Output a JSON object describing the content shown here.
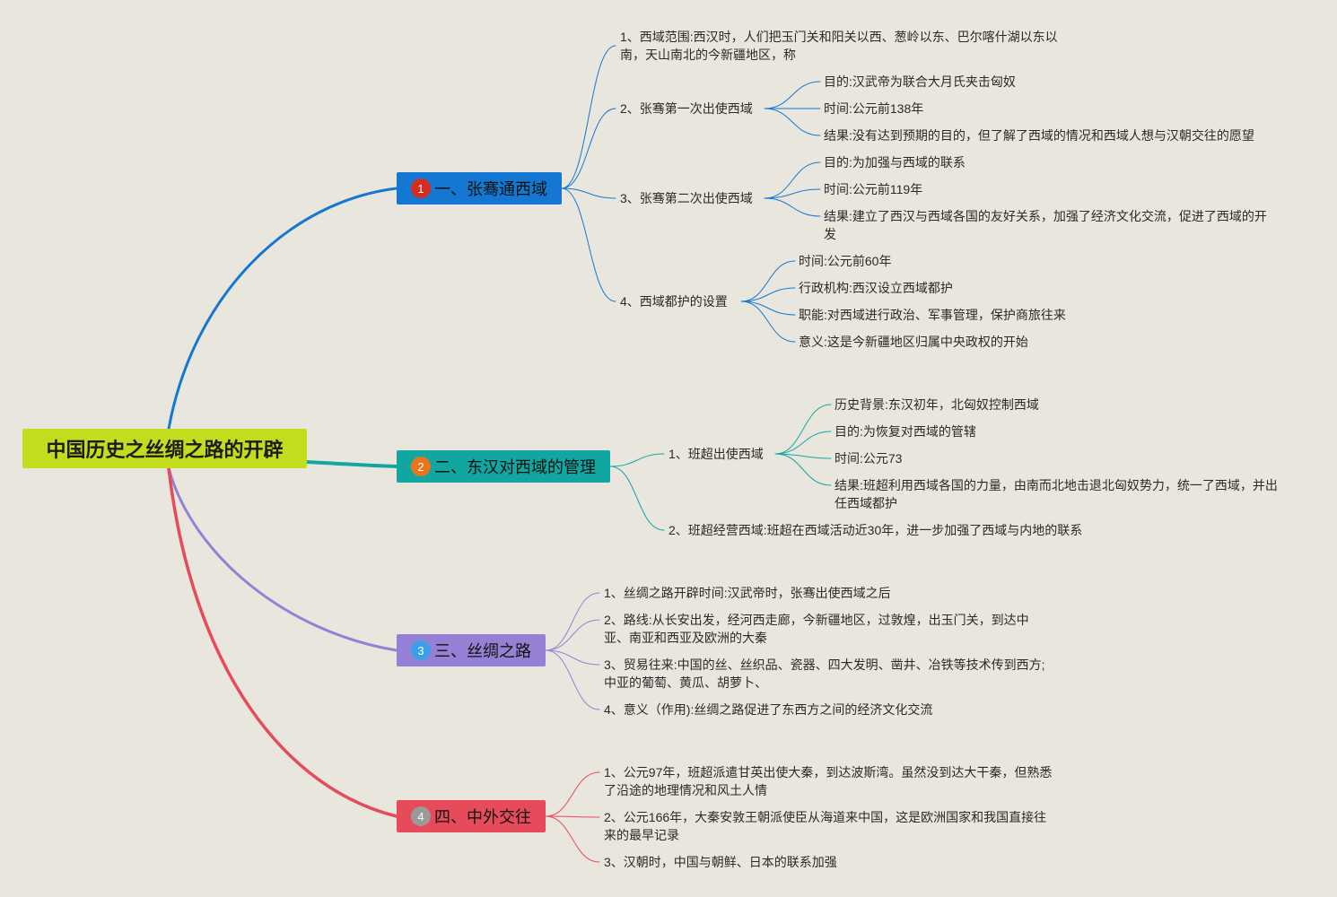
{
  "title": "中国历史之丝绸之路的开辟",
  "colors": {
    "background": "#e9e6de",
    "root": "#c4dc1e",
    "branch1": "#1478d2",
    "branch2": "#12a6a0",
    "branch3": "#9580d6",
    "branch4": "#e64b5c",
    "badge1": "#d62d1f",
    "badge2": "#e8741c",
    "badge3": "#3aa0e6",
    "badge4": "#9a9a9a"
  },
  "branches": [
    {
      "badge": "1",
      "label": "一、张骞通西域",
      "children": [
        {
          "text": "1、西域范围:西汉时，人们把玉门关和阳关以西、葱岭以东、巴尔喀什湖以东以南，天山南北的今新疆地区，称"
        },
        {
          "text": "2、张骞第一次出使西域",
          "children": [
            "目的:汉武帝为联合大月氏夹击匈奴",
            "时间:公元前138年",
            "结果:没有达到预期的目的，但了解了西域的情况和西域人想与汉朝交往的愿望"
          ]
        },
        {
          "text": "3、张骞第二次出使西域",
          "children": [
            "目的:为加强与西域的联系",
            "时间:公元前119年",
            "结果:建立了西汉与西域各国的友好关系，加强了经济文化交流，促进了西域的开发"
          ]
        },
        {
          "text": "4、西域都护的设置",
          "children": [
            "时间:公元前60年",
            "行政机构:西汉设立西域都护",
            "职能:对西域进行政治、军事管理，保护商旅往来",
            "意义:这是今新疆地区归属中央政权的开始"
          ]
        }
      ]
    },
    {
      "badge": "2",
      "label": "二、东汉对西域的管理",
      "children": [
        {
          "text": "1、班超出使西域",
          "children": [
            "历史背景:东汉初年，北匈奴控制西域",
            "目的:为恢复对西域的管辖",
            "时间:公元73",
            "结果:班超利用西域各国的力量，由南而北地击退北匈奴势力，统一了西域，并出任西域都护"
          ]
        },
        {
          "text": "2、班超经营西域:班超在西域活动近30年，进一步加强了西域与内地的联系"
        }
      ]
    },
    {
      "badge": "3",
      "label": "三、丝绸之路",
      "children": [
        {
          "text": "1、丝绸之路开辟时间:汉武帝时，张骞出使西域之后"
        },
        {
          "text": "2、路线:从长安出发，经河西走廊，今新疆地区，过敦煌，出玉门关，到达中亚、南亚和西亚及欧洲的大秦"
        },
        {
          "text": "3、贸易往来:中国的丝、丝织品、瓷器、四大发明、凿井、冶铁等技术传到西方;中亚的葡萄、黄瓜、胡萝卜、"
        },
        {
          "text": "4、意义（作用):丝绸之路促进了东西方之间的经济文化交流"
        }
      ]
    },
    {
      "badge": "4",
      "label": "四、中外交往",
      "children": [
        {
          "text": "1、公元97年，班超派遣甘英出使大秦，到达波斯湾。虽然没到达大干秦，但熟悉了沿途的地理情况和风土人情"
        },
        {
          "text": "2、公元166年，大秦安敦王朝派使臣从海道来中国，这是欧洲国家和我国直接往来的最早记录"
        },
        {
          "text": "3、汉朝时，中国与朝鲜、日本的联系加强"
        }
      ]
    }
  ]
}
